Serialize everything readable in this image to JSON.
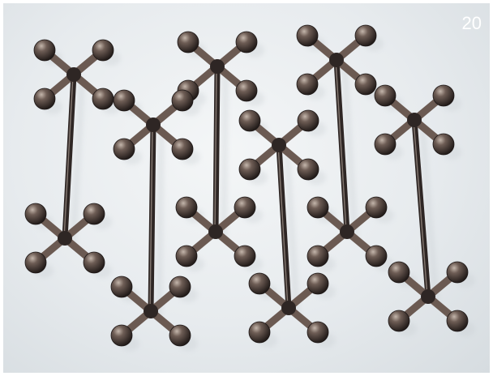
{
  "page_number": "20",
  "colors": {
    "background": "#e9edf0",
    "metal_dark": "#2e2624",
    "metal_mid": "#6b5a52",
    "metal_highlight": "#b8aaa0",
    "shadow": "#c9cfd3"
  },
  "subject": {
    "objects": [
      {
        "kind": "jack-rest",
        "heads": 2
      },
      {
        "kind": "jack-rest",
        "heads": 2
      },
      {
        "kind": "jack-rest",
        "heads": 2
      },
      {
        "kind": "jack-rest",
        "heads": 2
      },
      {
        "kind": "jack-rest",
        "heads": 2
      },
      {
        "kind": "jack-rest",
        "heads": 2
      }
    ]
  }
}
